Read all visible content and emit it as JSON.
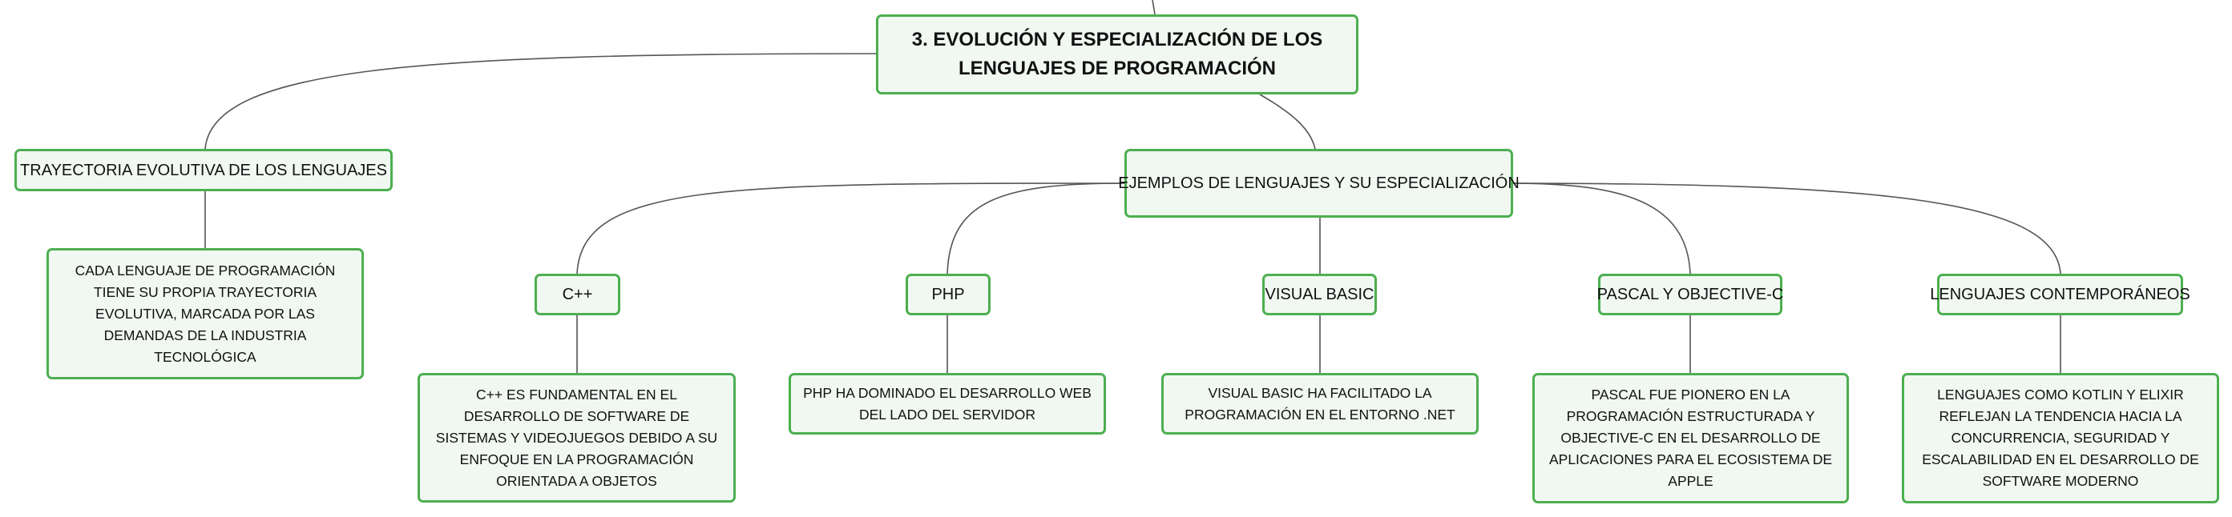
{
  "map": {
    "root": {
      "title": "3. Evolución y especialización de los lenguajes de programación"
    },
    "trajectory": {
      "label": "Trayectoria evolutiva de los lenguajes",
      "detail": "Cada lenguaje de programación tiene su propia trayectoria evolutiva, marcada por las demandas de la industria tecnológica"
    },
    "examples": {
      "label": "Ejemplos de lenguajes y su especialización",
      "items": [
        {
          "label": "C++",
          "detail": "C++ es fundamental en el desarrollo de software de sistemas y videojuegos debido a su enfoque en la programación orientada a objetos"
        },
        {
          "label": "PHP",
          "detail": "PHP ha dominado el desarrollo web del lado del servidor"
        },
        {
          "label": "Visual Basic",
          "detail": "Visual Basic ha facilitado la programación en el entorno .NET"
        },
        {
          "label": "Pascal y Objective-C",
          "detail": "Pascal fue pionero en la programación estructurada y Objective-C en el desarrollo de aplicaciones para el ecosistema de Apple"
        },
        {
          "label": "Lenguajes contemporáneos",
          "detail": "Lenguajes como Kotlin y Elixir reflejan la tendencia hacia la concurrencia, seguridad y escalabilidad en el desarrollo de software moderno"
        }
      ]
    }
  },
  "colors": {
    "node_border": "#4caf50",
    "node_fill": "#f1f8f2",
    "connector": "#555555",
    "text": "#111111"
  }
}
